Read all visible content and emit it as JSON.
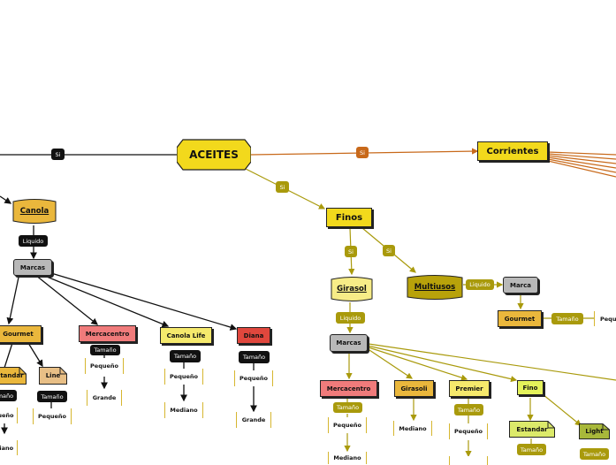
{
  "map": {
    "root": "ACEITES",
    "corrientes": "Corrientes",
    "finos": "Finos",
    "canola": "Canola",
    "girasol": "Girasol",
    "multiusos": "Multiusos",
    "marcas": "Marcas",
    "marca": "Marca",
    "gourmet": "Gourmet",
    "estandar": "Estandar",
    "line": "Line",
    "mercacentro": "Mercacentro",
    "canola_life": "Canola Life",
    "diana": "Diana",
    "girasoli": "Girasoli",
    "premier": "Premier",
    "fino": "Fino",
    "light": "Light",
    "si": "Si",
    "liquido": "Liquido",
    "tamano": "Tamaño",
    "pequeno": "Pequeño",
    "mediano": "Mediano",
    "grande": "Grande"
  },
  "colors": {
    "black": "#111111",
    "olive": "#a99a0c",
    "orange": "#c8691a",
    "yellow": "#f2d91c",
    "gold": "#eab73c",
    "gray": "#b8b8b8",
    "salmon": "#f07b7b",
    "red": "#e0473d",
    "lime": "#e4f25a",
    "tan": "#e8bf86"
  }
}
